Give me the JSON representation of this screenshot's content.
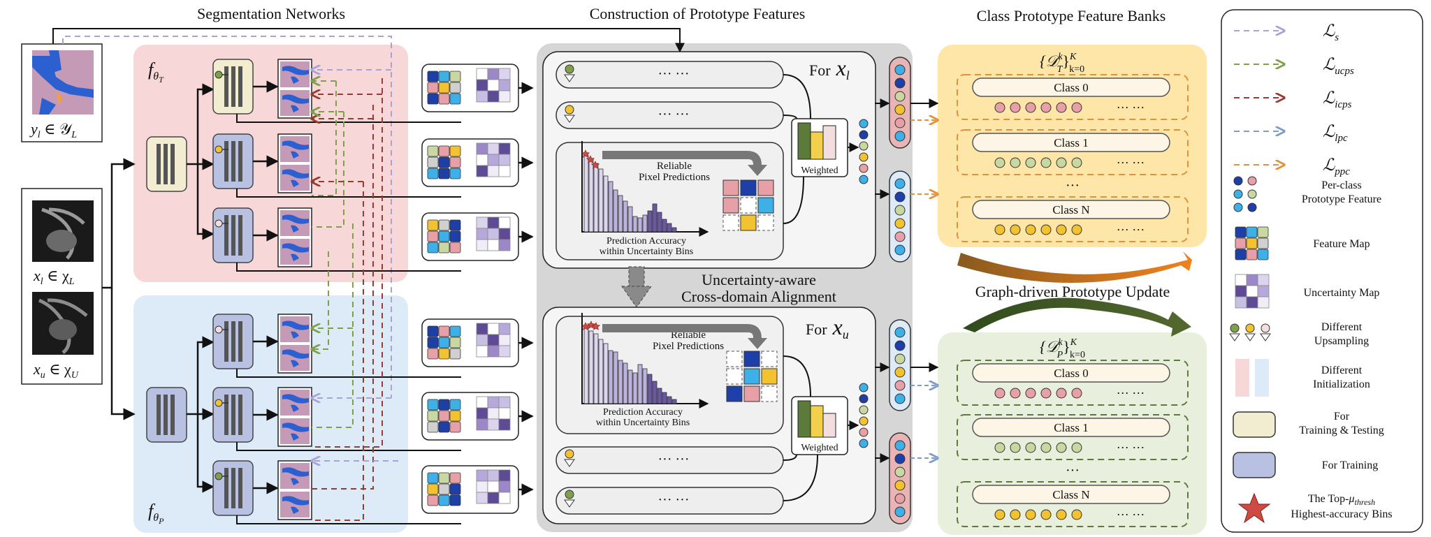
{
  "headers": {
    "seg": "Segmentation Networks",
    "proto": "Construction of  Prototype Features",
    "banks": "Class Prototype Feature Banks"
  },
  "labels": {
    "yl": "y",
    "yl_sub": "l",
    "yl_rest": " ∈ 𝒴",
    "yl_sub2": "L",
    "xl": "x",
    "xl_sub": "l",
    "xl_rest": " ∈ χ",
    "xl_sub2": "L",
    "xu": "x",
    "xu_sub": "u",
    "xu_rest": " ∈ χ",
    "xu_sub2": "U",
    "fT": "f",
    "fT_sub": "θ",
    "fT_sub2": "T",
    "fP": "f",
    "fP_sub": "θ",
    "fP_sub2": "P"
  },
  "construction": {
    "for_l": "For",
    "for_l_var": "x",
    "for_l_sub": "l",
    "for_u": "For",
    "for_u_var": "x",
    "for_u_sub": "u",
    "dots": "··· ···",
    "reliable": "Reliable",
    "pixel_pred": "Pixel Predictions",
    "pred_acc": "Prediction Accuracy",
    "within_bins": "within Uncertainty Bins",
    "weighted": "Weighted",
    "align1": "Uncertainty-aware",
    "align2": "Cross-domain Alignment"
  },
  "banks": {
    "top_title": "{𝒟",
    "top_sup": "k",
    "top_sub": "T",
    "top_rest": "}",
    "top_supK": "K",
    "top_subk": "k=0",
    "bot_title": "{𝒟",
    "bot_sup": "k",
    "bot_sub": "P",
    "bot_rest": "}",
    "bot_supK": "K",
    "bot_subk": "k=0",
    "class0": "Class 0",
    "class1": "Class 1",
    "classN": "Class N",
    "dots": "··· ···",
    "mid_dots": "···",
    "graph_update": "Graph-driven Prototype Update"
  },
  "legend": {
    "Ls": "ℒ",
    "Ls_sub": "s",
    "Lucps": "ℒ",
    "Lucps_sub": "ucps",
    "Licps": "ℒ",
    "Licps_sub": "icps",
    "Llpc": "ℒ",
    "Llpc_sub": "lpc",
    "Lppc": "ℒ",
    "Lppc_sub": "ppc",
    "perclass1": "Per-class",
    "perclass2": "Prototype Feature",
    "featmap": "Feature Map",
    "uncmap": "Uncertainty Map",
    "diffup1": "Different",
    "diffup2": "Upsampling",
    "diffinit1": "Different",
    "diffinit2": "Initialization",
    "trtest1": "For",
    "trtest2": "Training & Testing",
    "train": "For Training",
    "top1": "The Top-",
    "top1_mu": "μ",
    "top1_sub": "thresh",
    "top2": "Highest-accuracy Bins"
  },
  "colors": {
    "Ls": "#a7a3d8",
    "Lucps": "#7ea048",
    "Licps": "#9b3a2e",
    "Llpc": "#7e9cc8",
    "Lppc": "#e0913a",
    "teacher_bg": "#f7d7d7",
    "student_bg": "#dcebf7",
    "gray_bg": "#d6d6d6",
    "bank_top": "#fde6a8",
    "bank_bot": "#e8efdc",
    "encoder_cream": "#f2ecd0",
    "encoder_blue": "#b9c1e2"
  }
}
